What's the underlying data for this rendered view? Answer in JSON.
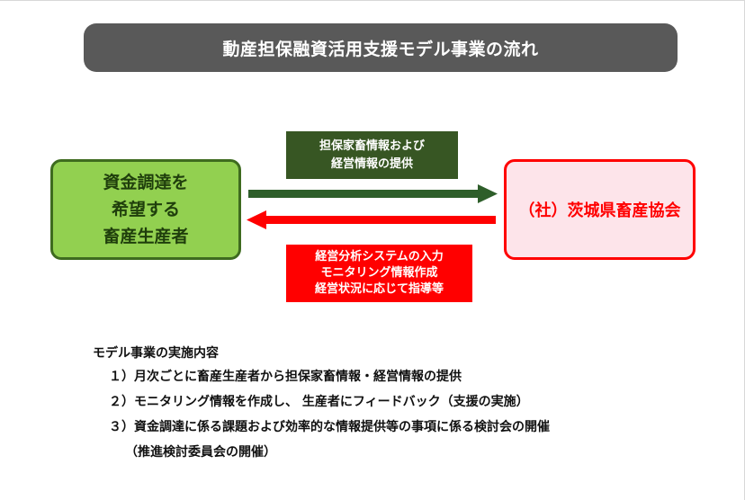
{
  "title": "動産担保融資活用支援モデル事業の流れ",
  "left_box": {
    "lines": [
      "資金調達を",
      "希望する",
      "畜産生産者"
    ]
  },
  "right_box": {
    "label": "（社）茨城県畜産協会"
  },
  "upper_flow": {
    "lines": [
      "担保家畜情報および",
      "経営情報の提供"
    ]
  },
  "lower_flow": {
    "lines": [
      "経営分析システムの入力",
      "モニタリング情報作成",
      "経営状況に応じて指導等"
    ]
  },
  "content": {
    "heading": "モデル事業の実施内容",
    "items": [
      "１）月次ごとに畜産生産者から担保家畜情報・経営情報の提供",
      "２）モニタリング情報を作成し、 生産者にフィードバック（支援の実施）",
      "３）資金調達に係る課題および効率的な情報提供等の事項に係る検討会の開催",
      "（推進検討委員会の開催）"
    ]
  },
  "colors": {
    "title_bg": "#595959",
    "green_box": "#92d050",
    "green_dark": "#375623",
    "red": "#ff0000",
    "pink_box": "#fde4ea"
  }
}
